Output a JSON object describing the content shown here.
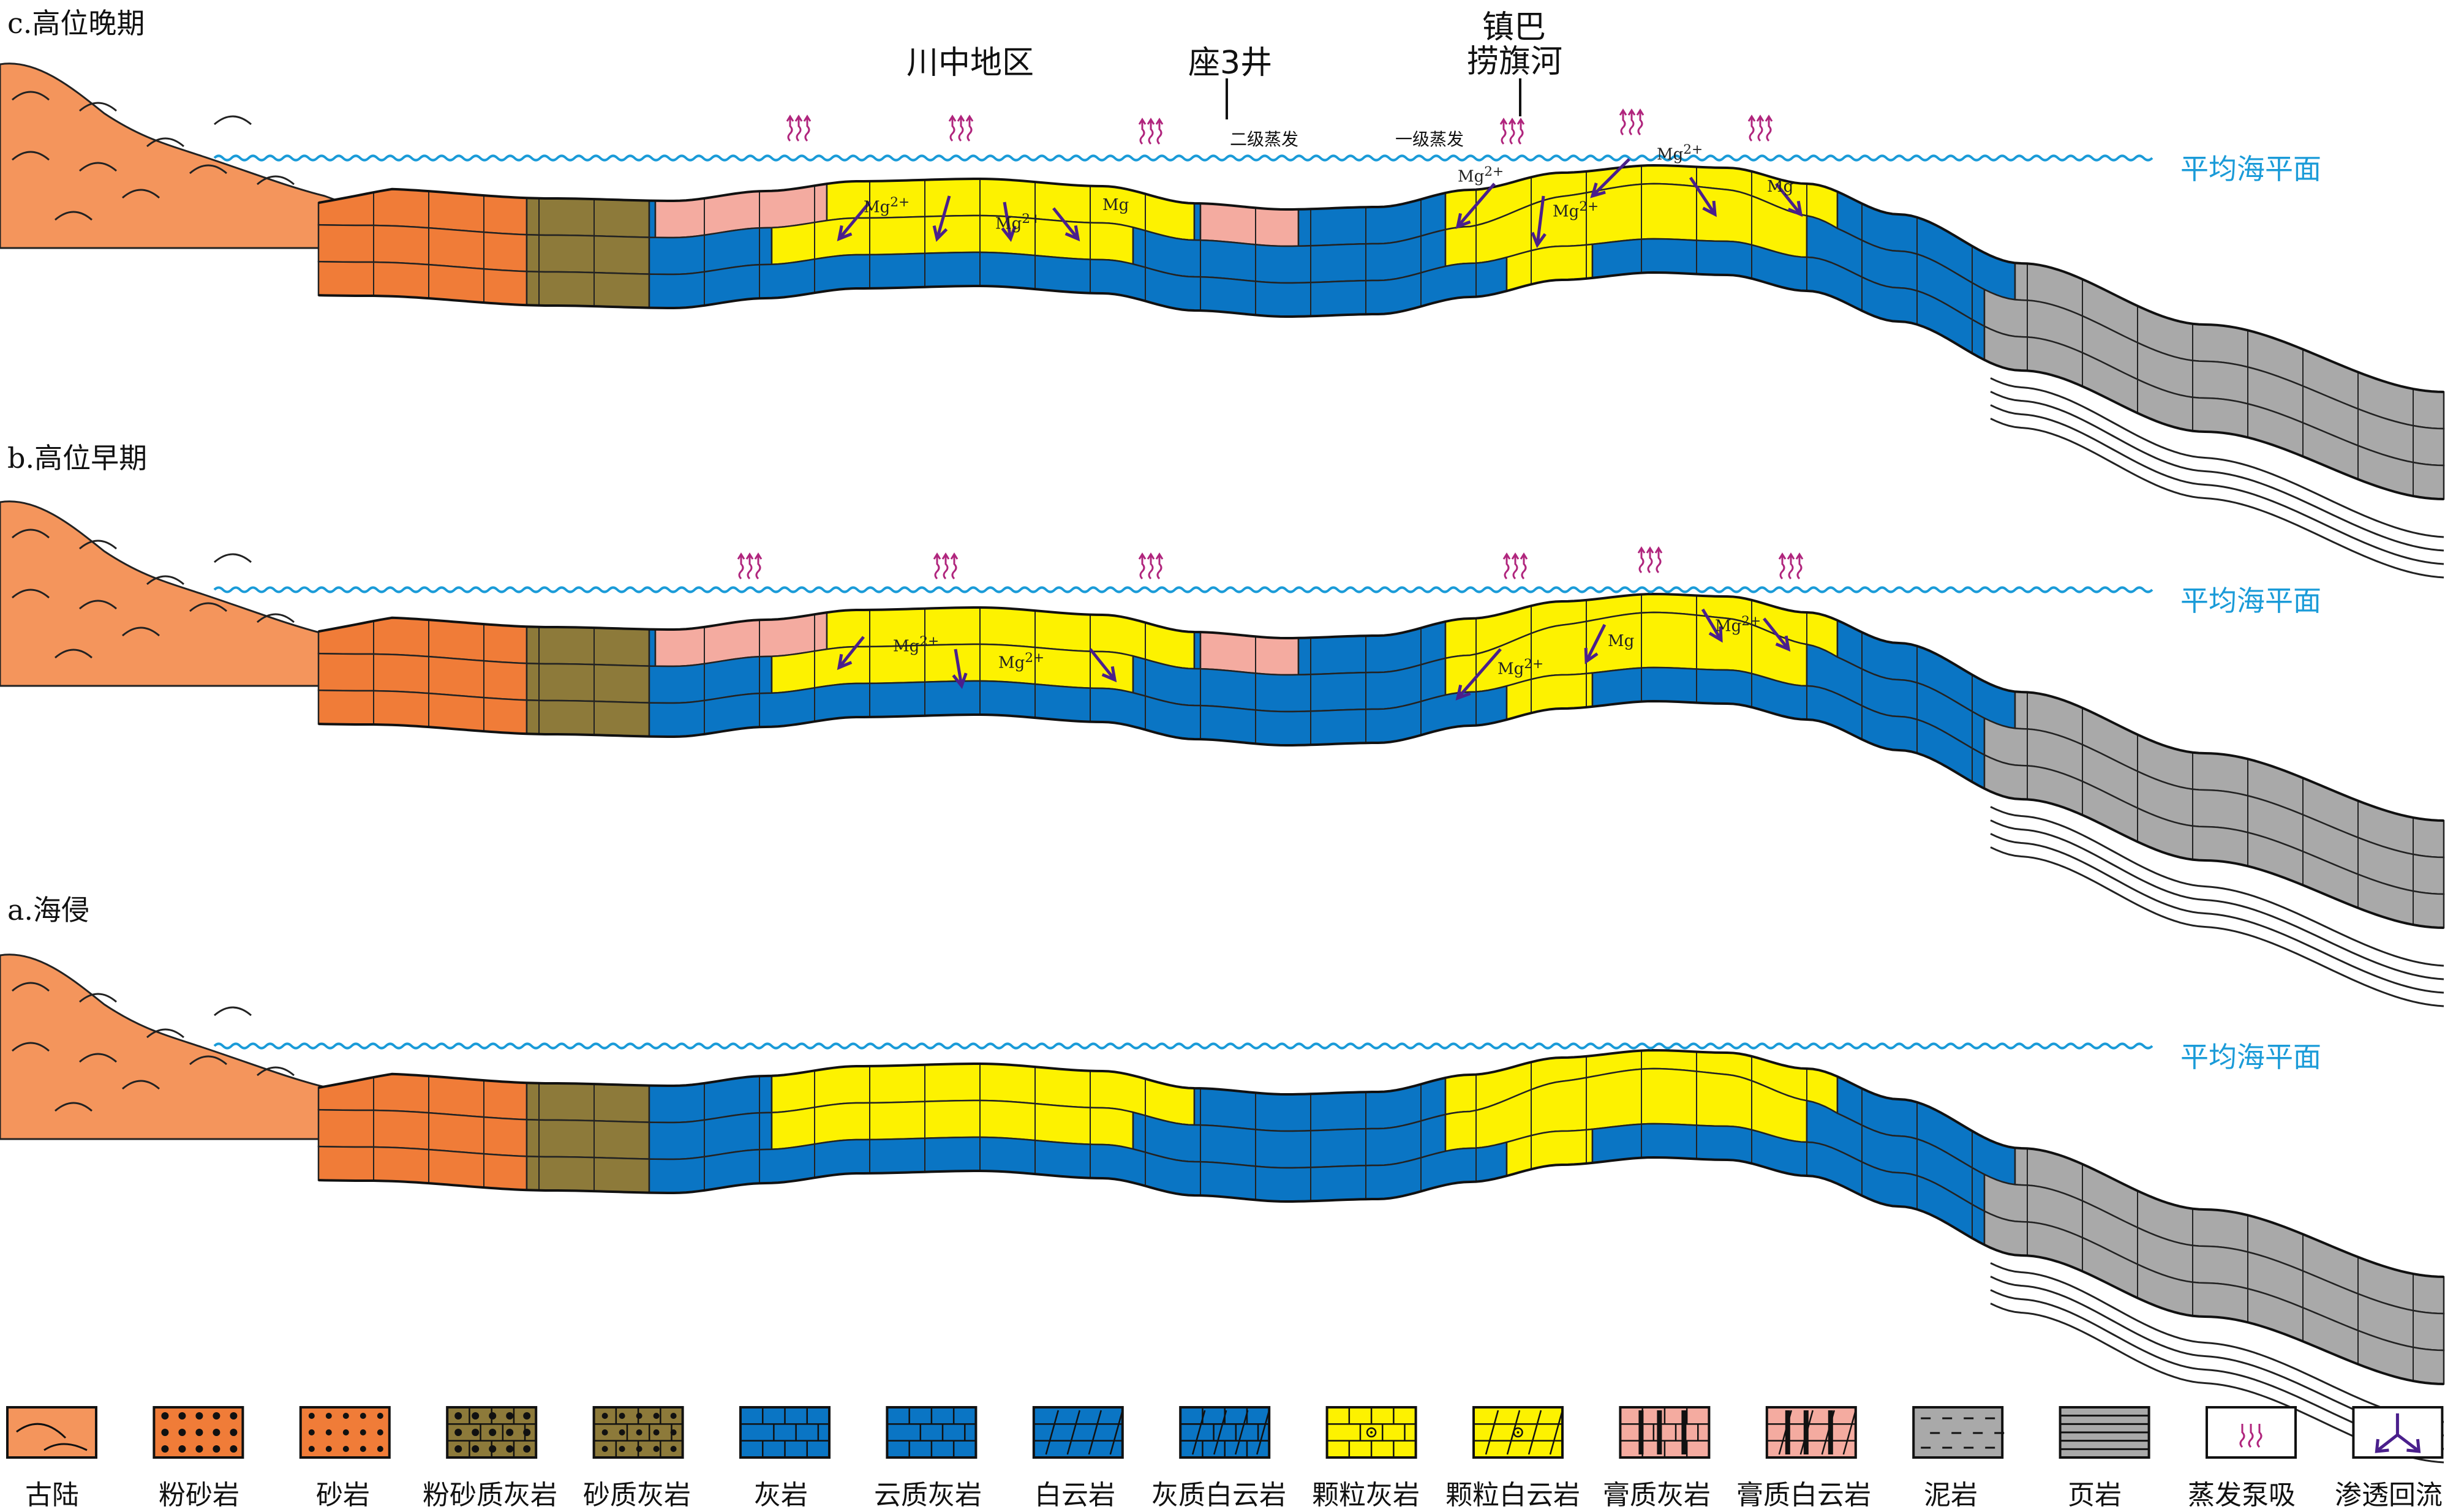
{
  "panels": [
    {
      "id": "c",
      "title": "c.高位晚期"
    },
    {
      "id": "b",
      "title": "b.高位早期"
    },
    {
      "id": "a",
      "title": "a.海侵"
    }
  ],
  "sea_level_label": "平均海平面",
  "locations": {
    "chuanzhong": "川中地区",
    "zuo3": "座3井",
    "zhenba_line1": "镇巴",
    "zhenba_line2": "捞旗河"
  },
  "evaporation_labels": {
    "second": "二级蒸发",
    "first": "一级蒸发"
  },
  "mg_label": "Mg",
  "mg_superscript": "2+",
  "legend": [
    {
      "label": "古陆",
      "fill": "#f4955c",
      "pattern": "arcs"
    },
    {
      "label": "粉砂岩",
      "fill": "#f07c38",
      "pattern": "silt"
    },
    {
      "label": "砂岩",
      "fill": "#f07c38",
      "pattern": "sand"
    },
    {
      "label": "粉砂质灰岩",
      "fill": "#8d7a3a",
      "pattern": "silt-brick"
    },
    {
      "label": "砂质灰岩",
      "fill": "#8d7a3a",
      "pattern": "sand-brick"
    },
    {
      "label": "灰岩",
      "fill": "#0a75c4",
      "pattern": "brick"
    },
    {
      "label": "云质灰岩",
      "fill": "#0a75c4",
      "pattern": "brick-tick"
    },
    {
      "label": "白云岩",
      "fill": "#0a75c4",
      "pattern": "dolo"
    },
    {
      "label": "灰质白云岩",
      "fill": "#0a75c4",
      "pattern": "dolo-brick"
    },
    {
      "label": "颗粒灰岩",
      "fill": "#fdf200",
      "pattern": "grain-brick"
    },
    {
      "label": "颗粒白云岩",
      "fill": "#fdf200",
      "pattern": "grain-dolo"
    },
    {
      "label": "膏质灰岩",
      "fill": "#f4aba0",
      "pattern": "gypsum-brick"
    },
    {
      "label": "膏质白云岩",
      "fill": "#f4aba0",
      "pattern": "gypsum-dolo"
    },
    {
      "label": "泥岩",
      "fill": "#a9a9a9",
      "pattern": "mud"
    },
    {
      "label": "页岩",
      "fill": "#a9a9a9",
      "pattern": "shale"
    },
    {
      "label": "蒸发泵吸",
      "fill": "#ffffff",
      "pattern": "evap"
    },
    {
      "label": "渗透回流",
      "fill": "#ffffff",
      "pattern": "reflux"
    }
  ],
  "colors": {
    "sea": "#1a9bd8",
    "evaporation": "#b0257d",
    "reflux": "#4a1f8c",
    "land": "#f4955c"
  }
}
